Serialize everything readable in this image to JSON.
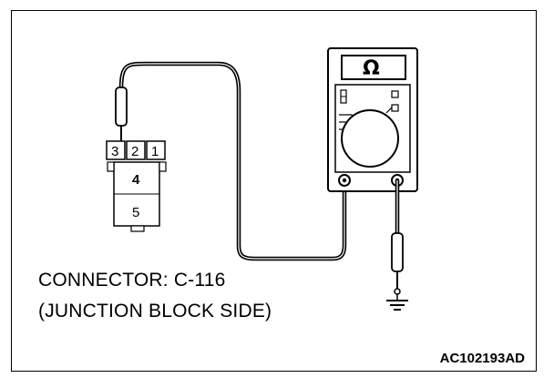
{
  "diagram": {
    "connector_pins": {
      "top": [
        "3",
        "2",
        "1"
      ],
      "middle": "4",
      "bottom": "5"
    },
    "meter_symbol": "Ω",
    "caption_line1": "CONNECTOR: C-116",
    "caption_line2": "(JUNCTION BLOCK SIDE)",
    "figure_code": "AC102193AD",
    "icons": [
      "multimeter-icon",
      "ground-symbol-icon",
      "test-probe-icon"
    ]
  }
}
